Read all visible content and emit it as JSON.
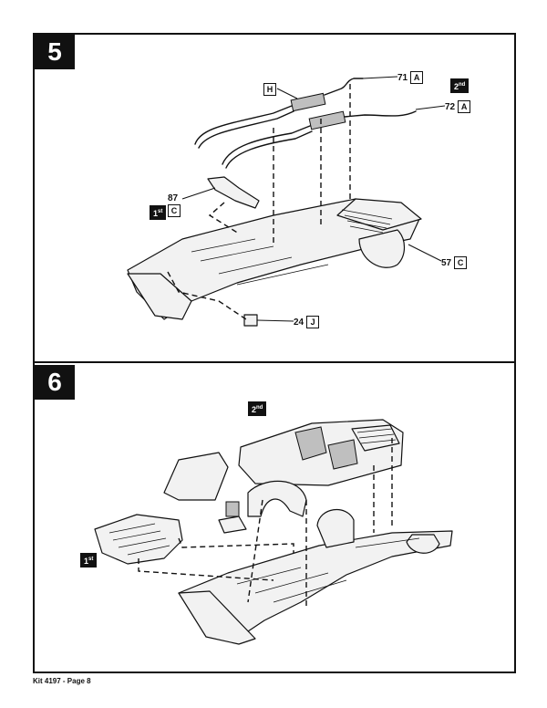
{
  "steps": [
    {
      "number": "5",
      "order_first": "1",
      "order_first_suffix": "st",
      "order_second": "2",
      "order_second_suffix": "nd",
      "callouts": [
        {
          "part": "71",
          "letter": "A"
        },
        {
          "part": "72",
          "letter": "A"
        },
        {
          "part": "87",
          "letter": "C"
        },
        {
          "part": "57",
          "letter": "C"
        },
        {
          "part": "24",
          "letter": "J"
        }
      ],
      "h_label": "H"
    },
    {
      "number": "6",
      "order_first": "1",
      "order_first_suffix": "st",
      "order_second": "2",
      "order_second_suffix": "nd"
    }
  ],
  "footer": "Kit 4197 - Page 8"
}
